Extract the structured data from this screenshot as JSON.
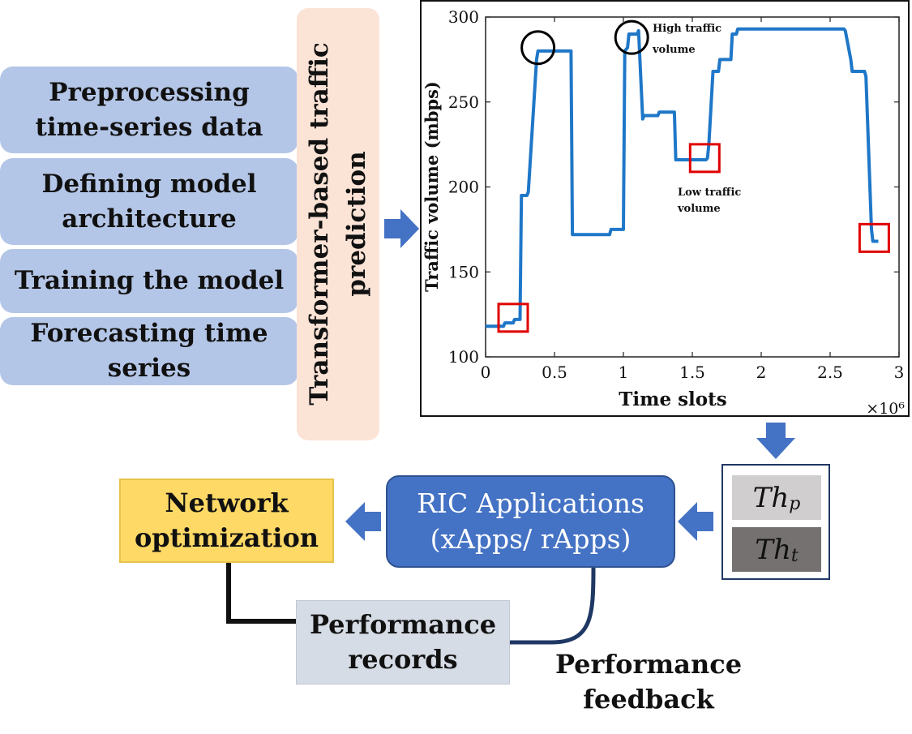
{
  "steps": [
    {
      "line1": "Preprocessing",
      "line2": "time-series data"
    },
    {
      "line1": "Defining model",
      "line2": "architecture"
    },
    {
      "line1": "Training the model",
      "line2": ""
    },
    {
      "line1": "Forecasting time",
      "line2": "series"
    }
  ],
  "prediction_label": "Transformer-based traffic prediction",
  "chart_data": {
    "type": "line",
    "xlabel": "Time slots",
    "ylabel": "Traffic volume (mbps)",
    "x_multiplier": "×10⁶",
    "xlim": [
      0,
      3
    ],
    "ylim": [
      100,
      300
    ],
    "xticks": [
      "0",
      "0.5",
      "1",
      "1.5",
      "2",
      "2.5",
      "3"
    ],
    "yticks": [
      "100",
      "150",
      "200",
      "250",
      "300"
    ],
    "color": "#1f77c8",
    "series": [
      {
        "x": [
          0,
          0.13,
          0.14,
          0.2,
          0.21,
          0.25,
          0.26,
          0.3,
          0.31,
          0.37,
          0.38,
          0.62,
          0.63,
          0.9,
          0.91,
          1.0,
          1.01,
          1.03,
          1.04,
          1.1,
          1.11,
          1.14,
          1.15,
          1.25,
          1.26,
          1.37,
          1.38,
          1.6,
          1.61,
          1.62,
          1.65,
          1.69,
          1.7,
          1.78,
          1.79,
          1.82,
          1.83,
          2.6,
          2.61,
          2.65,
          2.66,
          2.75,
          2.76,
          2.8,
          2.81,
          2.85
        ],
        "y": [
          118,
          118,
          120,
          120,
          122,
          122,
          195,
          195,
          197,
          275,
          280,
          280,
          172,
          172,
          175,
          175,
          280,
          282,
          290,
          290,
          292,
          240,
          242,
          242,
          244,
          244,
          216,
          216,
          217,
          225,
          268,
          268,
          275,
          275,
          290,
          290,
          293,
          293,
          292,
          275,
          268,
          268,
          265,
          175,
          168,
          168
        ]
      }
    ],
    "annotations": [
      {
        "text_line1": "High traffic",
        "text_line2": "volume",
        "marker": "circle",
        "at": [
          1.06,
          288
        ]
      },
      {
        "text_line1": "Low traffic",
        "text_line2": "volume",
        "marker": "square",
        "at": [
          1.59,
          217
        ]
      }
    ],
    "circles": [
      [
        0.38,
        282
      ],
      [
        1.06,
        288
      ]
    ],
    "squares": [
      [
        0.2,
        123
      ],
      [
        1.59,
        217
      ],
      [
        2.82,
        170
      ]
    ]
  },
  "thresholds": {
    "p_main": "Th",
    "p_sub": "p",
    "t_main": "Th",
    "t_sub": "t"
  },
  "ric": {
    "line1": "RIC Applications",
    "line2": "(xApps/ rApps)"
  },
  "network": {
    "line1": "Network",
    "line2": "optimization"
  },
  "performance": {
    "line1": "Performance",
    "line2": "records"
  },
  "feedback": {
    "line1": "Performance",
    "line2": "feedback"
  },
  "colors": {
    "arrow": "#4472c4",
    "highlight_square": "#e00000",
    "circle": "#000000",
    "feedback_curve": "#1f3864"
  }
}
